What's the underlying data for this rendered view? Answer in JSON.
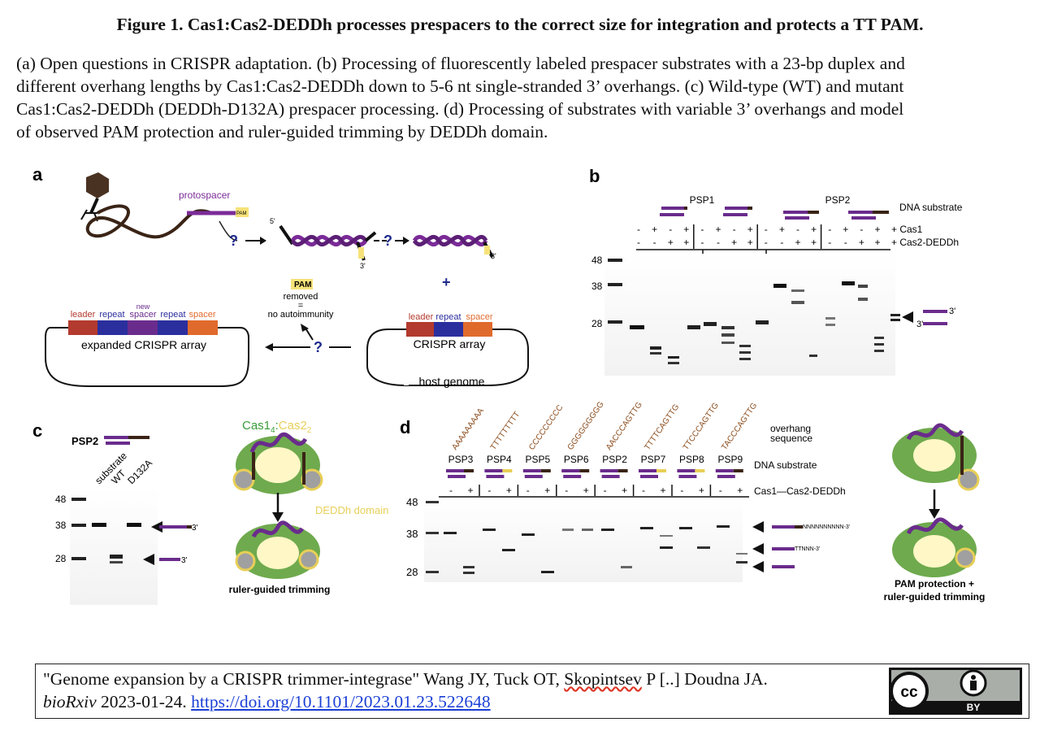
{
  "figure": {
    "title": "Figure 1. Cas1:Cas2-DEDDh processes prespacers to the correct size for integration and protects a TT PAM.",
    "caption_lines": [
      "(a) Open questions in CRISPR adaptation. (b) Processing of fluorescently labeled prespacer substrates with a 23-bp duplex and",
      "different overhang lengths by Cas1:Cas2-DEDDh down to 5-6 nt single-stranded 3’ overhangs. (c) Wild-type (WT) and mutant",
      "Cas1:Cas2-DEDDh (DEDDh-D132A) prespacer processing. (d) Processing of substrates with variable 3’ overhangs and model",
      "of observed PAM protection and ruler-guided trimming by DEDDh domain."
    ]
  },
  "panel_a": {
    "label": "a",
    "protospacer": "protospacer",
    "pam": "PAM",
    "five_prime": "5'",
    "three_prime": "3'",
    "three_prime_b": "3'",
    "question": "?",
    "plus": "+",
    "pam_removed_box": "PAM",
    "removed": "removed",
    "equals": "=",
    "no_autoimmunity": "no autoimmunity",
    "leader": "leader",
    "repeat": "repeat",
    "new_spacer": "new spacer",
    "repeat2": "repeat",
    "spacer": "spacer",
    "expanded_array": "expanded CRISPR array",
    "leader_b": "leader",
    "repeat_b": "repeat",
    "spacer_b": "spacer",
    "crispr_array": "CRISPR array",
    "host_genome": "host genome",
    "colors": {
      "leader": "#b33a2e",
      "repeat": "#2b2f9e",
      "spacer": "#e06a2c",
      "new_spacer": "#6a2c8c",
      "pam": "#f6e27a"
    }
  },
  "panel_b": {
    "label": "b",
    "psp1": "PSP1",
    "psp2": "PSP2",
    "dna_substrate": "DNA substrate",
    "cas1": "Cas1",
    "cas2": "Cas2-DEDDh",
    "cas1_signs": [
      "-",
      "+",
      "-",
      "+",
      "-",
      "+",
      "-",
      "+",
      "-",
      "+",
      "-",
      "+",
      "-",
      "+",
      "-",
      "+"
    ],
    "cas2_signs": [
      "-",
      "-",
      "+",
      "+",
      "-",
      "-",
      "+",
      "+",
      "-",
      "-",
      "+",
      "+",
      "-",
      "-",
      "+",
      "+"
    ],
    "marker_48": "48",
    "marker_38": "38",
    "marker_28": "28",
    "three_prime_top": "3'",
    "three_prime_bot": "3'"
  },
  "panel_c": {
    "label": "c",
    "psp2": "PSP2",
    "lanes": [
      "substrate",
      "WT",
      "D132A"
    ],
    "marker_48": "48",
    "marker_38": "38",
    "marker_28": "28",
    "three_prime_a": "3'",
    "three_prime_b": "3'",
    "cas1": "Cas1",
    "cas1_sub": "4",
    "cas2": "Cas2",
    "cas2_sub": "2",
    "deddh_domain": "DEDDh domain",
    "ruler_trimming": "ruler-guided trimming"
  },
  "panel_d": {
    "label": "d",
    "overhangs": [
      "AAAAAAAAA",
      "TTTTTTTTT",
      "CCCCCCCCC",
      "GGGGGGGGG",
      "AACCCAGTTG",
      "TTTTCAGTTG",
      "TTCCCAGTTG",
      "TACCCAGTTG"
    ],
    "overhang_seq_1": "overhang",
    "overhang_seq_2": "sequence",
    "substrates": [
      "PSP3",
      "PSP4",
      "PSP5",
      "PSP6",
      "PSP2",
      "PSP7",
      "PSP8",
      "PSP9"
    ],
    "dna_substrate": "DNA substrate",
    "signs": [
      "-",
      "+",
      "-",
      "+",
      "-",
      "+",
      "-",
      "+",
      "-",
      "+",
      "-",
      "+",
      "-",
      "+",
      "-",
      "+"
    ],
    "cas_label": "Cas1—Cas2-DEDDh",
    "marker_48": "48",
    "marker_38": "38",
    "marker_28": "28",
    "arrow_n": "NNNNNNNNNN-3'",
    "arrow_ttnnn": "TTNNN-3'",
    "pam_protection": "PAM protection +",
    "ruler_trimming": "ruler-guided trimming"
  },
  "citation": {
    "q_title": "\"Genome expansion by a CRISPR trimmer-integrase\"",
    "authors_a": " Wang JY, Tuck OT, ",
    "authors_flag": "Skopintsev",
    "authors_b": " P [..] Doudna JA.",
    "journal": "bioRxiv",
    "date": " 2023-01-24. ",
    "doi": "https://doi.org/10.1101/2023.01.23.522648",
    "license_cc": "cc",
    "license_by": "BY"
  }
}
